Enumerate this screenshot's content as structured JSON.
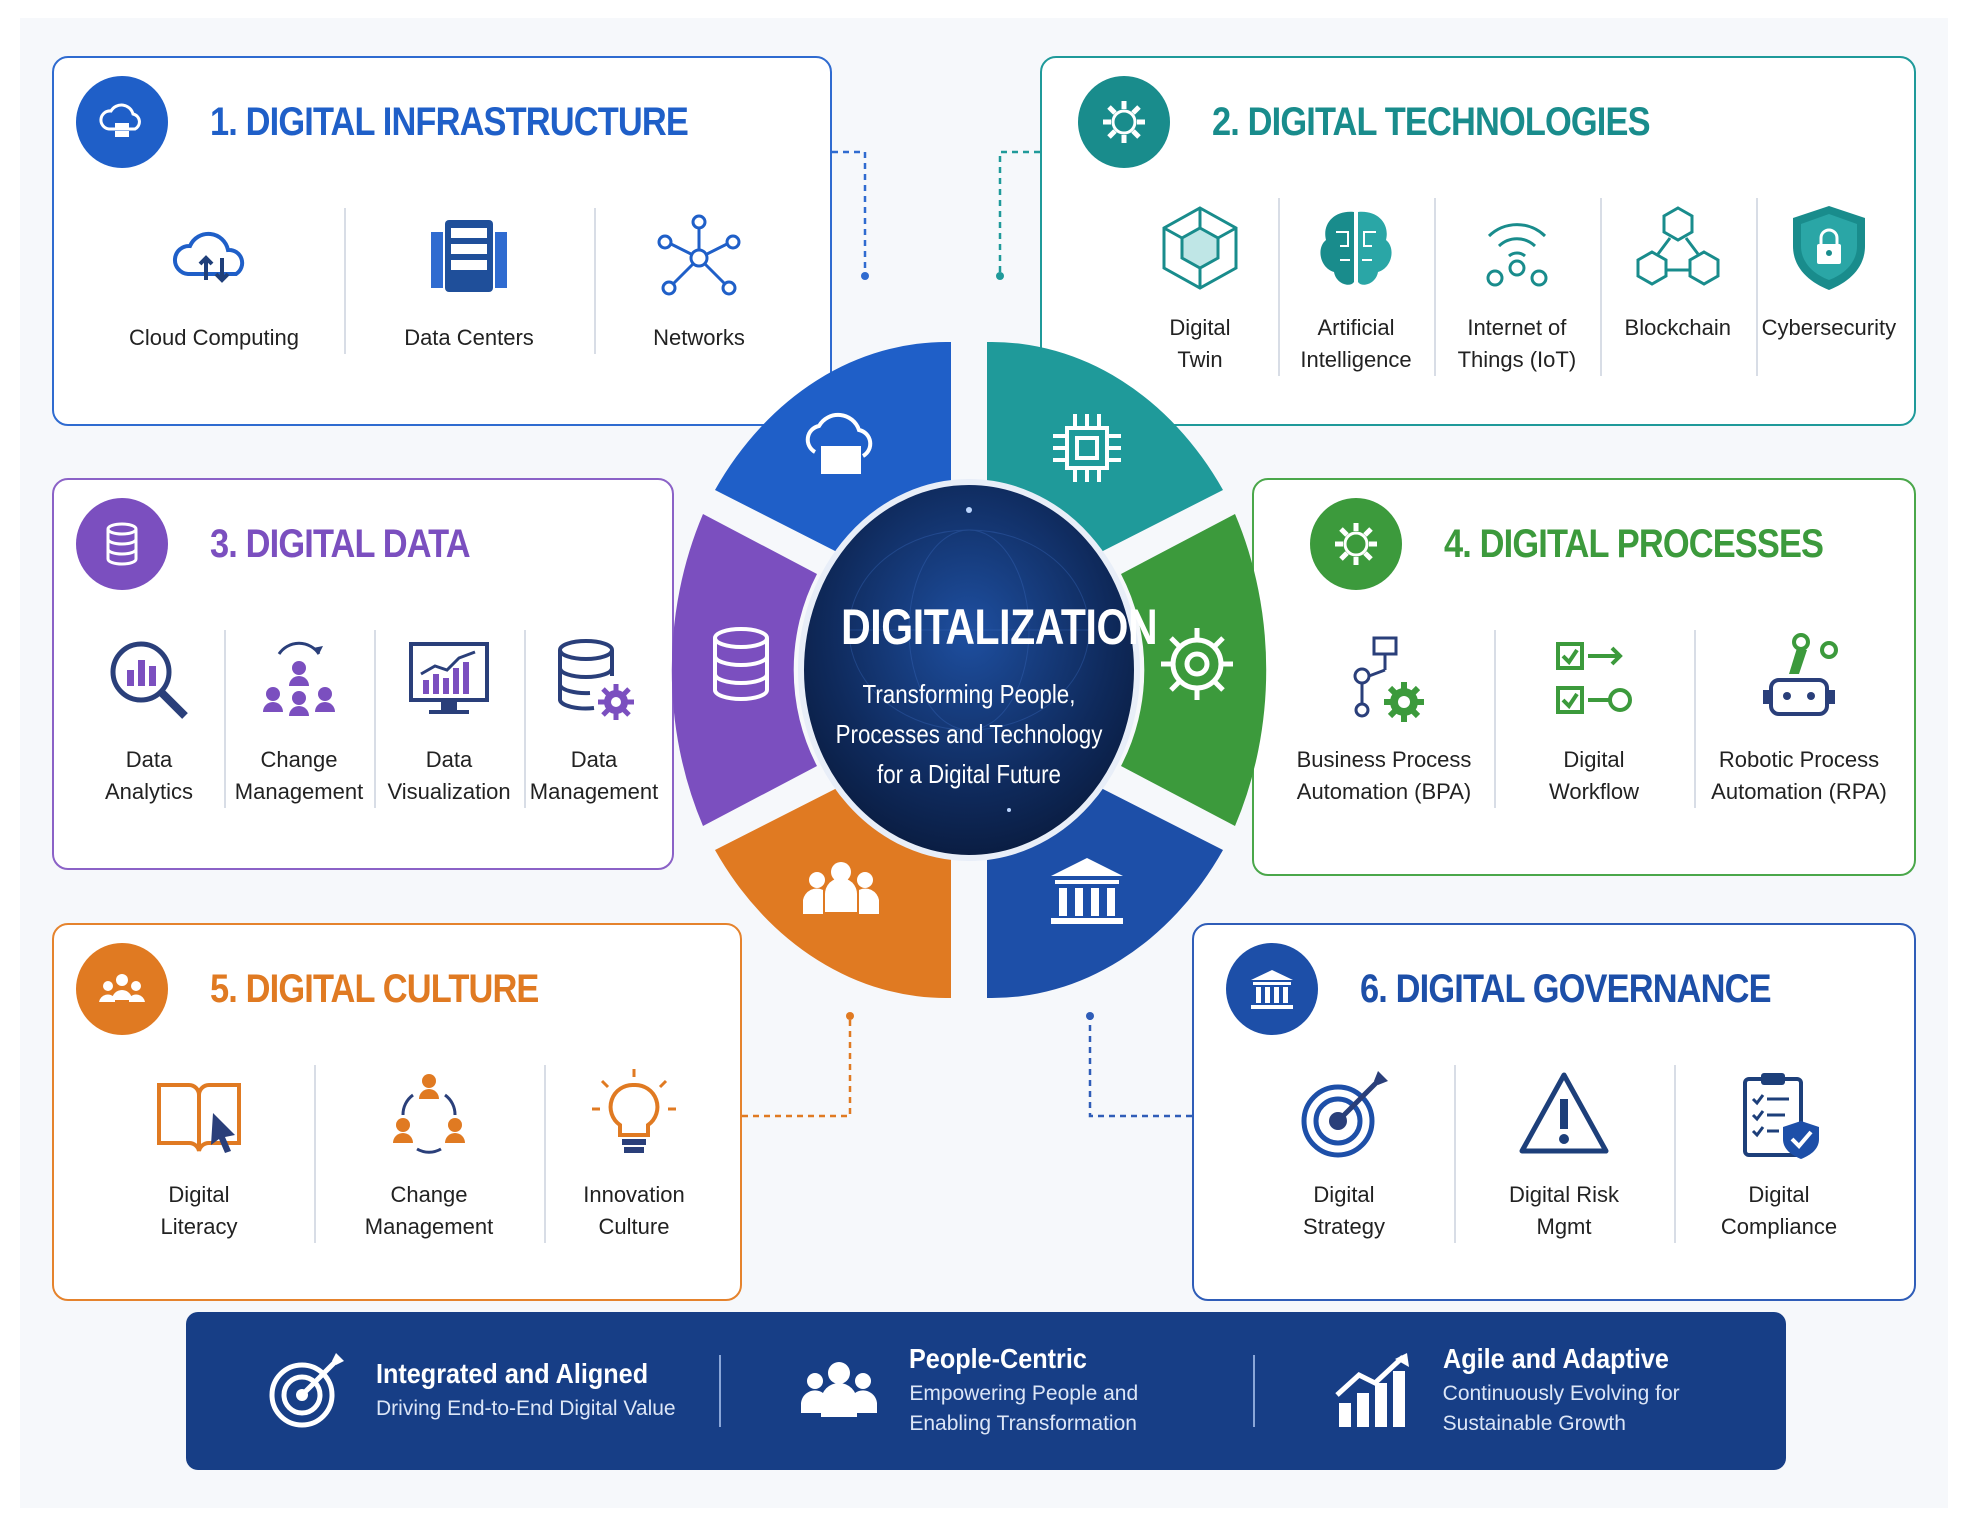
{
  "center": {
    "title": "DIGITALIZATION",
    "subtitle": "Transforming People,\nProcesses and Technology\nfor a Digital Future"
  },
  "panels": {
    "infrastructure": {
      "title": "1. DIGITAL INFRASTRUCTURE",
      "color": "#1f5fc8",
      "items": [
        "Cloud Computing",
        "Data Centers",
        "Networks"
      ]
    },
    "technologies": {
      "title": "2. DIGITAL TECHNOLOGIES",
      "color": "#198c8c",
      "items": [
        "Digital\nTwin",
        "Artificial\nIntelligence",
        "Internet of\nThings (IoT)",
        "Blockchain",
        "Cybersecurity"
      ]
    },
    "data": {
      "title": "3. DIGITAL DATA",
      "color": "#7b4fbf",
      "items": [
        "Data\nAnalytics",
        "Change\nManagement",
        "Data\nVisualization",
        "Data\nManagement"
      ]
    },
    "processes": {
      "title": "4. DIGITAL PROCESSES",
      "color": "#3c9a3c",
      "items": [
        "Business Process\nAutomation (BPA)",
        "Digital\nWorkflow",
        "Robotic Process\nAutomation (RPA)"
      ]
    },
    "culture": {
      "title": "5. DIGITAL CULTURE",
      "color": "#e07a22",
      "items": [
        "Digital\nLiteracy",
        "Change\nManagement",
        "Innovation\nCulture"
      ]
    },
    "governance": {
      "title": "6. DIGITAL GOVERNANCE",
      "color": "#1d4fa8",
      "items": [
        "Digital\nStrategy",
        "Digital Risk\nMgmt",
        "Digital\nCompliance"
      ]
    }
  },
  "footer": [
    {
      "title": "Integrated and Aligned",
      "subtitle": "Driving End-to-End Digital Value",
      "icon": "target-icon"
    },
    {
      "title": "People-Centric",
      "subtitle": "Empowering People and\nEnabling Transformation",
      "icon": "people-icon"
    },
    {
      "title": "Agile and Adaptive",
      "subtitle": "Continuously Evolving for\nSustainable Growth",
      "icon": "growth-chart-icon"
    }
  ],
  "colors": {
    "footer_bg": "#173e86",
    "center_bg": "#0f2a5c"
  }
}
